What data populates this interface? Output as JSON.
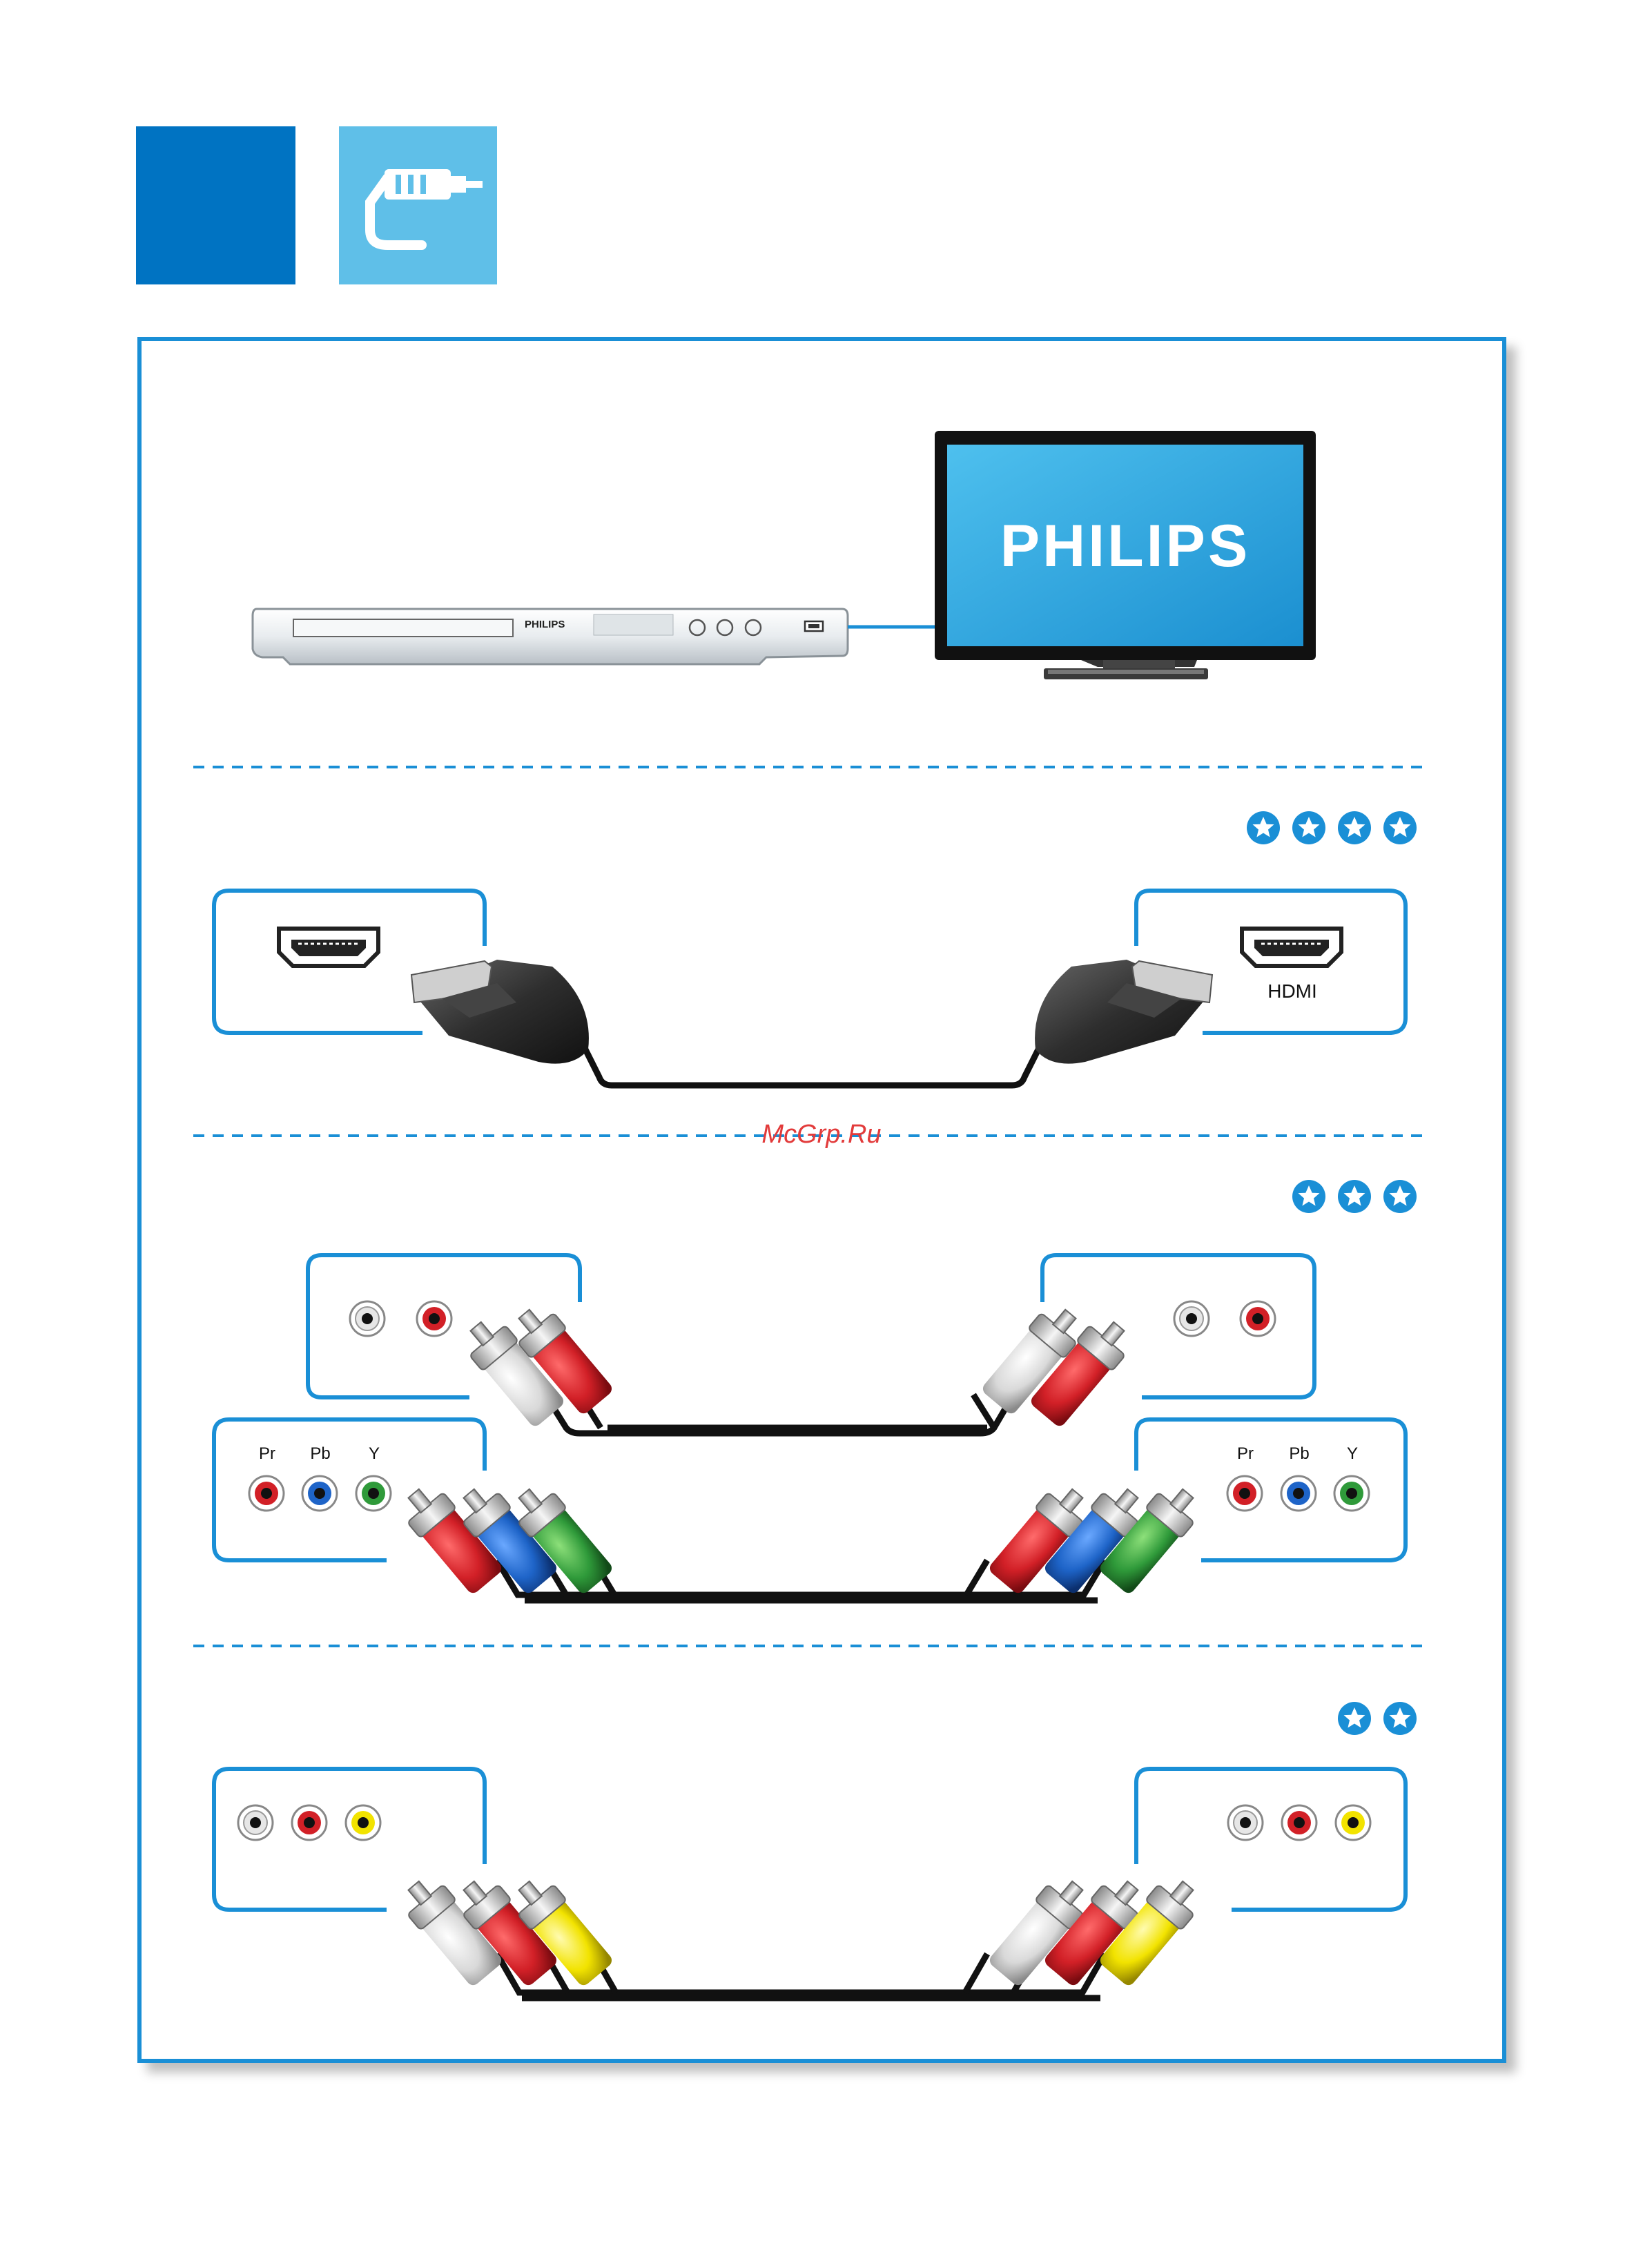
{
  "tv": {
    "brand": "PHILIPS"
  },
  "player": {
    "brand": "PHILIPS"
  },
  "hdmi": {
    "port_label": "HDMI",
    "rating_stars": 4
  },
  "component": {
    "labels": [
      "Pr",
      "Pb",
      "Y"
    ],
    "rating_stars": 3
  },
  "composite": {
    "rating_stars": 2
  },
  "watermark": {
    "text": "McGrp.Ru"
  },
  "colors": {
    "accent": "#1a8fd6",
    "dark_blue": "#0073c2",
    "light_blue": "#5fbfe8",
    "red": "#d22027",
    "blue": "#1e64c8",
    "green": "#2f9a3a",
    "yellow": "#f2e300",
    "white_plug": "#e4e4e4"
  }
}
